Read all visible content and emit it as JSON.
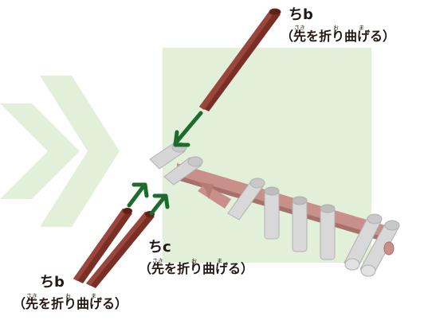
{
  "labels": {
    "top_right": {
      "main": "ちb",
      "sub": "（先を折り曲げる）",
      "ruby": [
        "さき",
        "お",
        "ま"
      ]
    },
    "middle": {
      "main": "ちc",
      "sub": "（先を折り曲げる）",
      "ruby": [
        "さき",
        "お",
        "ま"
      ]
    },
    "bottom_left": {
      "main": "ちb",
      "sub": "（先を折り曲げる）",
      "ruby": [
        "さき",
        "お",
        "ま"
      ]
    }
  },
  "colors": {
    "background_panel": "#e3f0d9",
    "chevron": "#e3f0d9",
    "rod_dark": "#6e2a22",
    "rod_mid": "#8a3a2e",
    "rod_light": "#a85446",
    "frame_pink": "#c89088",
    "frame_pink_dark": "#a8706a",
    "tube_light": "#d8d8d8",
    "tube_mid": "#bcbcbc",
    "tube_dark": "#9a9a9a",
    "arrow_green": "#1e6b2e",
    "text": "#231815"
  }
}
